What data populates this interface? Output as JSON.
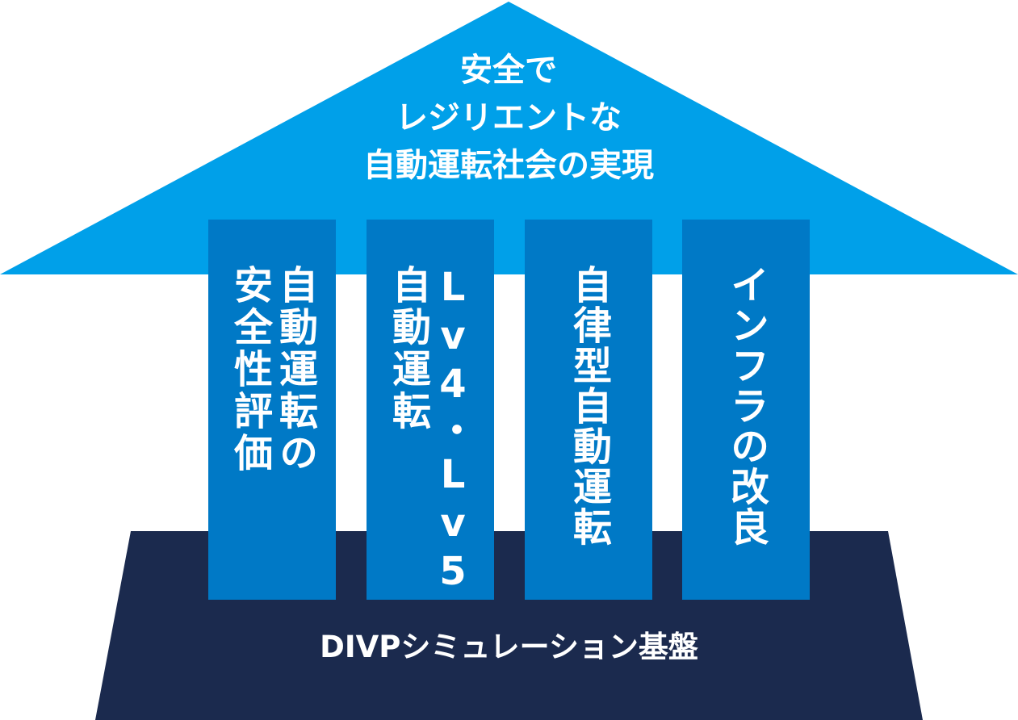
{
  "colors": {
    "roof": "#00a0e9",
    "pillar": "#0079c6",
    "base": "#1b2a4e",
    "text": "#ffffff"
  },
  "roof": {
    "lines": [
      "安全で",
      "レジリエントな",
      "自動運転社会の実現"
    ]
  },
  "pillars": [
    {
      "label": "自動運転の\n安全性評価"
    },
    {
      "label": "Lv4・Lv5\n自動運転"
    },
    {
      "label": "自律型自動運転"
    },
    {
      "label": "インフラの改良"
    }
  ],
  "base": {
    "label": "DIVPシミュレーション基盤"
  }
}
